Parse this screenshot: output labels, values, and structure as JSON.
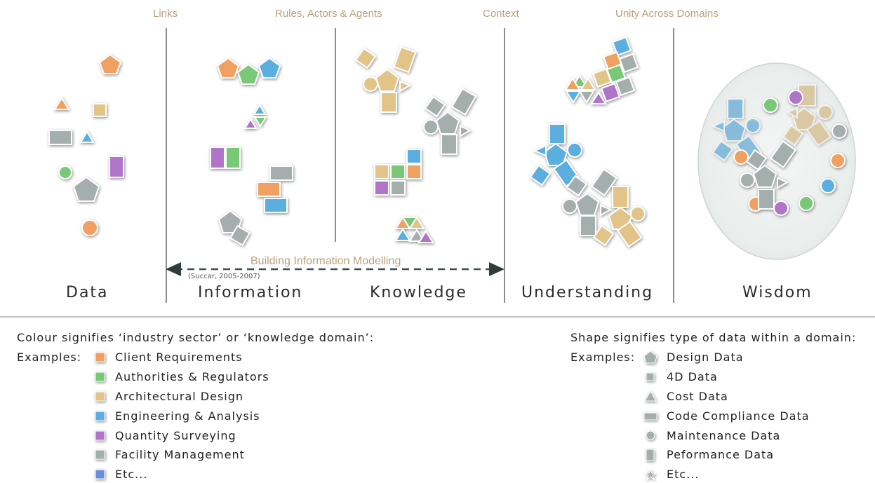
{
  "top_labels": {
    "links": "Links",
    "rules": "Rules, Actors & Agents",
    "context": "Context",
    "unity": "Unity Across Domains"
  },
  "stages": {
    "data": "Data",
    "information": "Information",
    "knowledge": "Knowledge",
    "understanding": "Understanding",
    "wisdom": "Wisdom"
  },
  "bim": {
    "label": "Building Information Modelling",
    "citation": "(Succar, 2005-2007)"
  },
  "colour_legend": {
    "title": "Colour signifies ‘industry sector’ or ‘knowledge domain’:",
    "examples_label": "Examples:",
    "items": [
      {
        "label": "Client Requirements",
        "color": "#f0a060"
      },
      {
        "label": "Authorities & Regulators",
        "color": "#78c878"
      },
      {
        "label": "Architectural Design",
        "color": "#e2c488"
      },
      {
        "label": "Engineering & Analysis",
        "color": "#5aaee0"
      },
      {
        "label": "Quantity Surveying",
        "color": "#b075c8"
      },
      {
        "label": "Facility Management",
        "color": "#a4aeac"
      },
      {
        "label": "Etc...",
        "color": "#6a8fd8"
      }
    ]
  },
  "shape_legend": {
    "title": "Shape signifies type of data within a domain:",
    "examples_label": "Examples:",
    "items": [
      {
        "label": "Design Data",
        "icon": "pentagon-icon"
      },
      {
        "label": "4D Data",
        "icon": "square-icon"
      },
      {
        "label": "Cost Data",
        "icon": "triangle-icon"
      },
      {
        "label": "Code Compliance Data",
        "icon": "wide-rectangle-icon"
      },
      {
        "label": "Maintenance Data",
        "icon": "circle-icon"
      },
      {
        "label": "Peformance Data",
        "icon": "tall-rectangle-icon"
      },
      {
        "label": "Etc...",
        "icon": "star-icon"
      }
    ]
  }
}
